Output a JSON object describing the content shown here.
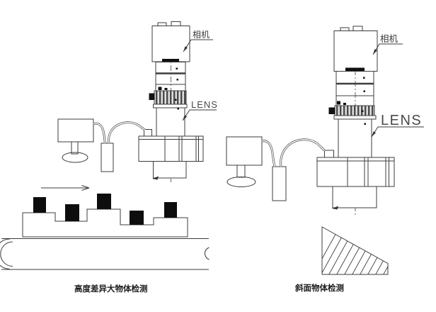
{
  "figures": {
    "left": {
      "camera_label": "相机",
      "lens_label": "LENS",
      "caption": "高度差异大物体检测"
    },
    "right": {
      "camera_label": "相机",
      "lens_label": "LENS",
      "caption": "斜面物体检测"
    }
  },
  "colors": {
    "line": "#3d3d3d",
    "ink": "#111111",
    "label_text": "#3a3a3a",
    "lens_text": "#4a4a4a",
    "knurl_fill": "#dedede",
    "knurl_stripe": "#4a4a4a",
    "background": "#ffffff"
  }
}
